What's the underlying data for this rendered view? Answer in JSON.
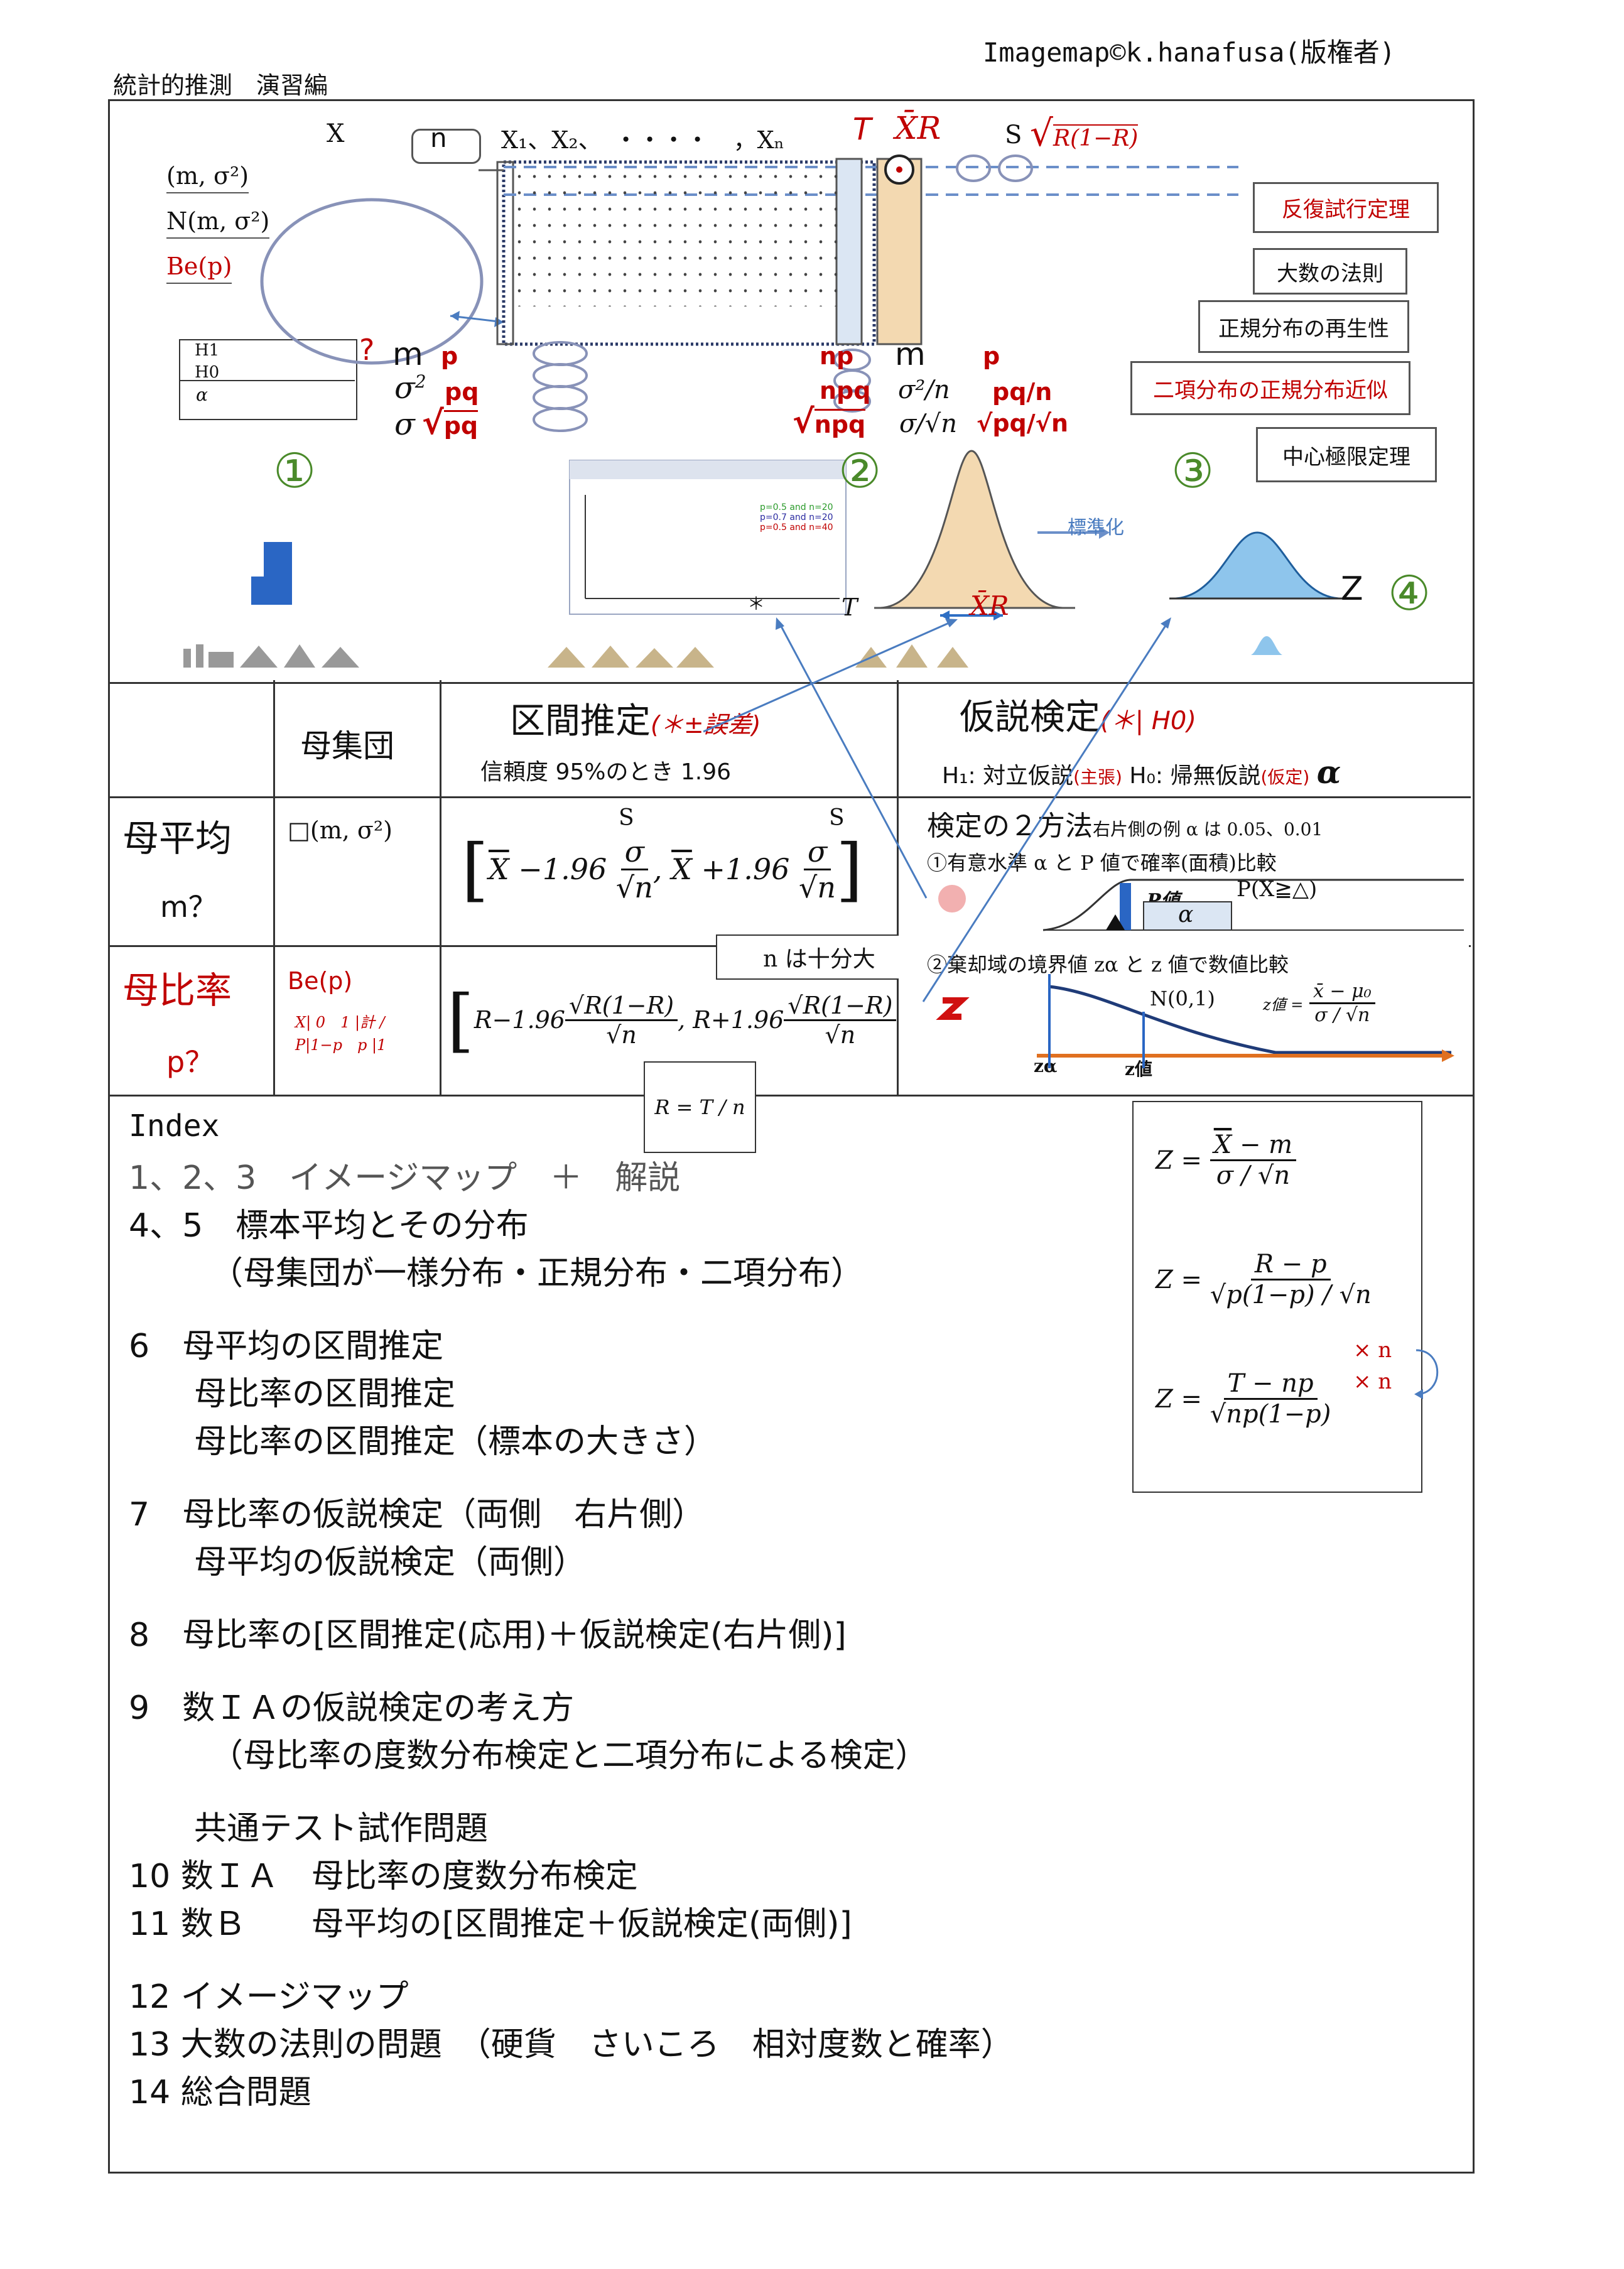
{
  "header": {
    "copyright": "Imagemap©k.hanafusa(版権者)",
    "subtitle": "統計的推測　演習編"
  },
  "imagemap": {
    "labels": {
      "X": "X",
      "n": "n",
      "sample_seq": "X₁、X₂、　・・・・　，Xₙ",
      "T": "T",
      "XR": "X̄R",
      "S": "S",
      "sqrtR": "R(1−R)",
      "pop1": "(m, σ²)",
      "pop2": "N(m, σ²)",
      "pop3": "Be(p)",
      "H1": "H1",
      "H0": "H0",
      "alpha": "α",
      "q": "?",
      "m_left": "m",
      "p_left": "p",
      "sigma2_left": "σ",
      "pq_left": "pq",
      "sigma_left": "σ",
      "sqrtpq_left": "pq",
      "np": "np",
      "npq": "npq",
      "sqrtnpq": "npq",
      "m_right": "m",
      "p_right": "p",
      "s2n": "σ²/n",
      "pqn": "pq/n",
      "s_sqrtn": "σ/√n",
      "sqrtpq_sqrtn": "√pq/√n",
      "circ1": "①",
      "circ2": "②",
      "circ3": "③",
      "circ4": "④",
      "standardize": "標準化",
      "Z": "Z",
      "T2": "T",
      "XR2": "X̄R",
      "star": "＊"
    },
    "theorems": [
      "反復試行定理",
      "大数の法則",
      "正規分布の再生性",
      "二項分布の正規分布近似",
      "中心極限定理"
    ],
    "legend": [
      "p=0.5 and n=20",
      "p=0.7 and n=20",
      "p=0.5 and n=40"
    ]
  },
  "table": {
    "population_header": "母集団",
    "interval_header": "区間推定",
    "interval_note": "(＊±誤差)",
    "interval_sub": "信頼度 95%のとき 1.96",
    "test_header": "仮説検定",
    "test_note": "(＊| H0)",
    "test_sub_h1": "H₁: 対立仮説",
    "test_sub_claim": "(主張)",
    "test_sub_h0": "H₀: 帰無仮説",
    "test_sub_tentative": "(仮定)",
    "test_alpha": "α",
    "row1_label": "母平均",
    "row1_sub": "m？",
    "row1_pop": "□(m, σ²)",
    "row2_label": "母比率",
    "row2_sub": "p？",
    "row2_pop": "Be(p)",
    "row2_pop_table": "X| 0　1 |計 / P|1−p　p |1",
    "S_label": "S",
    "large_n": "n は十分大",
    "R_formula": "R = T / n",
    "test_methods_title": "検定の２方法",
    "test_methods_sub": "右片側の例 α は 0.05、0.01",
    "method1": "①有意水準 α と P 値で確率(面積)比較",
    "method1_px": "P(X≧△)",
    "pvalue": "P値",
    "method2": "②棄却域の境界値 zα と z 値で数値比較",
    "N01": "N(0,1)",
    "zvalue_label": "z値 =",
    "z_alpha": "zα",
    "z_val": "z値"
  },
  "formulas_box": {
    "z1": "Z = (X̄ − m) / (σ/√n)",
    "z2": "Z = (R − p) / (√p(1−p) / √n)",
    "z3": "Z = (T − np) / √np(1−p)",
    "times_n1": "× n",
    "times_n2": "× n"
  },
  "index": {
    "title": "Index",
    "items": [
      "1、2、3　イメージマップ　＋　解説",
      "4、5　標本平均とその分布",
      "　　　（母集団が一様分布・正規分布・二項分布）",
      "6　母平均の区間推定",
      "　　母比率の区間推定",
      "　　母比率の区間推定（標本の大きさ）",
      "7　母比率の仮説検定（両側　右片側）",
      "　　母平均の仮説検定（両側）",
      "8　母比率の[区間推定(応用)＋仮説検定(右片側)]",
      "9　数ＩＡの仮説検定の考え方",
      "　　　（母比率の度数分布検定と二項分布による検定）",
      "　　共通テスト試作問題",
      "10 数ＩＡ　母比率の度数分布検定",
      "11 数Ｂ　　母平均の[区間推定＋仮説検定(両側)]",
      "12 イメージマップ",
      "13 大数の法則の問題　（硬貨　さいころ　相対度数と確率）",
      "14 総合問題"
    ]
  },
  "colors": {
    "accent_red": "#c00000",
    "accent_green": "#4a8a2a",
    "arrow_blue": "#4a7cc0",
    "dash_blue": "#6b8fc9",
    "bell_fill": "#f3d9b1",
    "z_fill": "#8ec5ec"
  }
}
